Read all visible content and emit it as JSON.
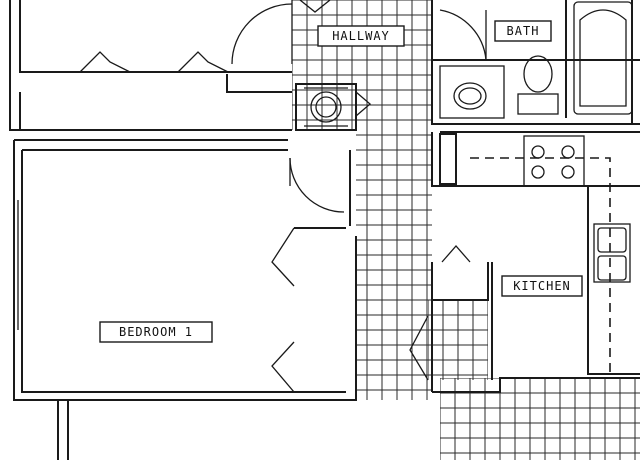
{
  "rooms": {
    "hallway": "HALLWAY",
    "bath": "BATH",
    "kitchen": "KITCHEN",
    "bedroom": "BEDROOM 1"
  }
}
